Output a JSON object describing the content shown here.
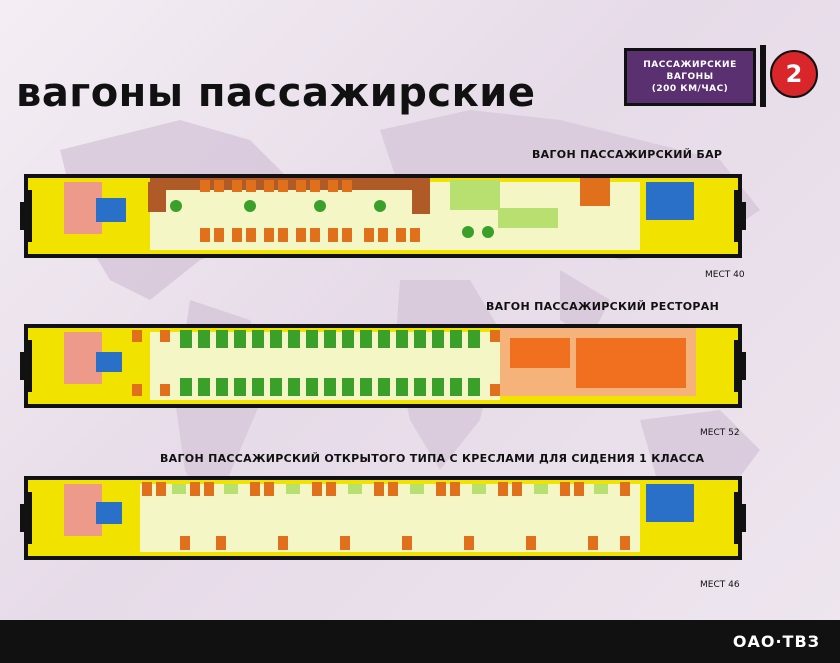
{
  "header": {
    "title": "вагоны пассажирские",
    "badge_line1": "ПАССАЖИРСКИЕ",
    "badge_line2": "ВАГОНЫ",
    "badge_line3": "(200 КМ/ЧАС)",
    "badge_number": "2"
  },
  "cars": [
    {
      "title": "ВАГОН ПАССАЖИРСКИЙ БАР",
      "seats": "МЕСТ 40"
    },
    {
      "title": "ВАГОН ПАССАЖИРСКИЙ РЕСТОРАН",
      "seats": "МЕСТ 52"
    },
    {
      "title": "ВАГОН ПАССАЖИРСКИЙ ОТКРЫТОГО ТИПА С КРЕСЛАМИ ДЛЯ СИДЕНИЯ 1 КЛАССА",
      "seats": "МЕСТ 46"
    }
  ],
  "footer": {
    "brand": "ОАО·ТВЗ"
  },
  "colors": {
    "body_yellow": "#f2e200",
    "floor": "#f4f6c6",
    "seat_orange": "#e0701c",
    "table_green": "#3aa02a",
    "kitchen": "#f07020",
    "pink": "#ee9a8a",
    "blue": "#2a70c8",
    "bar_brown": "#b05a28",
    "light_green": "#b8e070"
  }
}
